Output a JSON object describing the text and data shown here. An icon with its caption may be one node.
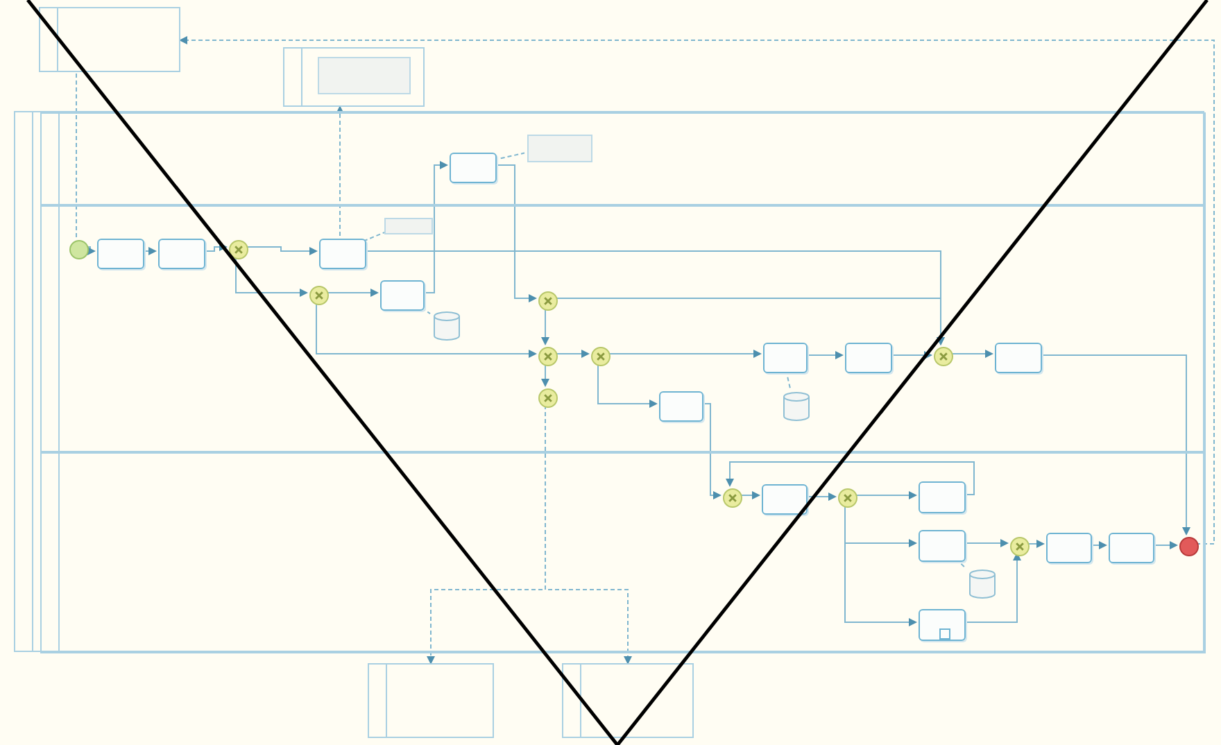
{
  "diagram": {
    "nodes": [
      {
        "text": [],
        "shape": "band"
      },
      {
        "text": [],
        "shape": "band"
      },
      {
        "text": [],
        "shape": "box",
        "in": 1
      },
      {
        "text": [],
        "shape": "band"
      },
      {
        "text": [],
        "shape": "band",
        "in": 3
      },
      {
        "text": [],
        "shape": "band",
        "in": 3
      },
      {
        "text": [],
        "shape": "band",
        "in": 3
      },
      {
        "text": [],
        "shape": "circle",
        "in": 5
      },
      {
        "text": [],
        "shape": "box",
        "in": 5
      },
      {
        "text": [],
        "shape": "box",
        "in": 5
      },
      {
        "text": [],
        "shape": "circle",
        "in": 5
      },
      {
        "text": [],
        "shape": "box",
        "in": 5
      },
      {
        "text": [],
        "shape": "circle",
        "in": 5
      },
      {
        "text": [],
        "shape": "box",
        "in": 5
      },
      {
        "text": [],
        "shape": "cylinder",
        "in": 5
      },
      {
        "text": [],
        "shape": "box",
        "in": 4
      },
      {
        "text": [],
        "shape": "box",
        "in": 4
      },
      {
        "text": [],
        "shape": "box",
        "in": 5
      },
      {
        "text": [],
        "shape": "circle",
        "in": 5
      },
      {
        "text": [],
        "shape": "circle",
        "in": 5
      },
      {
        "text": [],
        "shape": "circle",
        "in": 5
      },
      {
        "text": [],
        "shape": "circle",
        "in": 5
      },
      {
        "text": [],
        "shape": "box",
        "in": 5
      },
      {
        "text": [],
        "shape": "box",
        "in": 5
      },
      {
        "text": [],
        "shape": "circle",
        "in": 5
      },
      {
        "text": [],
        "shape": "box",
        "in": 5
      },
      {
        "text": [],
        "shape": "box",
        "in": 5
      },
      {
        "text": [],
        "shape": "cylinder",
        "in": 5
      },
      {
        "text": [],
        "shape": "circle",
        "in": 6
      },
      {
        "text": [],
        "shape": "box",
        "in": 6
      },
      {
        "text": [],
        "shape": "circle",
        "in": 6
      },
      {
        "text": [],
        "shape": "box",
        "in": 6
      },
      {
        "text": [],
        "shape": "box",
        "in": 6
      },
      {
        "text": [],
        "shape": "cylinder",
        "in": 6
      },
      {
        "text": [],
        "shape": "box",
        "in": 6
      },
      {
        "text": [],
        "shape": "circle",
        "in": 6
      },
      {
        "text": [],
        "shape": "box",
        "in": 6
      },
      {
        "text": [],
        "shape": "box",
        "in": 6
      },
      {
        "text": [],
        "shape": "circle",
        "in": 6
      },
      {
        "text": [],
        "shape": "band"
      },
      {
        "text": [],
        "shape": "band"
      }
    ],
    "edges": [
      {
        "from": 7,
        "to": 8,
        "arrow": "to"
      },
      {
        "from": 8,
        "to": 9,
        "arrow": "to"
      },
      {
        "from": 9,
        "to": 10,
        "arrow": "to"
      },
      {
        "from": 10,
        "to": 11,
        "arrow": "to"
      },
      {
        "from": 10,
        "to": 12,
        "arrow": "to"
      },
      {
        "from": 12,
        "to": 13,
        "arrow": "to"
      },
      {
        "from": 13,
        "to": 15,
        "arrow": "to"
      },
      {
        "from": 15,
        "to": 18,
        "arrow": "to"
      },
      {
        "from": 12,
        "to": 19,
        "arrow": "to"
      },
      {
        "from": 18,
        "to": 19,
        "arrow": "to"
      },
      {
        "from": 19,
        "to": 20,
        "arrow": "to"
      },
      {
        "from": 20,
        "to": 22,
        "arrow": "to"
      },
      {
        "from": 22,
        "to": 23,
        "arrow": "to"
      },
      {
        "from": 23,
        "to": 24,
        "arrow": "to"
      },
      {
        "from": 24,
        "to": 25,
        "arrow": "to"
      },
      {
        "from": 11,
        "to": 24,
        "arrow": "to"
      },
      {
        "from": 18,
        "to": 24,
        "arrow": "to"
      },
      {
        "from": 25,
        "to": 38,
        "arrow": "to"
      },
      {
        "from": 20,
        "to": 26,
        "arrow": "to"
      },
      {
        "from": 26,
        "to": 28,
        "arrow": "to"
      },
      {
        "from": 28,
        "to": 29,
        "arrow": "to"
      },
      {
        "from": 29,
        "to": 30,
        "arrow": "to"
      },
      {
        "from": 30,
        "to": 31,
        "arrow": "to"
      },
      {
        "from": 31,
        "to": 28,
        "arrow": "to"
      },
      {
        "from": 30,
        "to": 32,
        "arrow": "to"
      },
      {
        "from": 30,
        "to": 34,
        "arrow": "to"
      },
      {
        "from": 32,
        "to": 35,
        "arrow": "to"
      },
      {
        "from": 34,
        "to": 35,
        "arrow": "to"
      },
      {
        "from": 35,
        "to": 36,
        "arrow": "to"
      },
      {
        "from": 36,
        "to": 37,
        "arrow": "to"
      },
      {
        "from": 37,
        "to": 38,
        "arrow": "to"
      },
      {
        "from": 21,
        "to": 39,
        "arrow": "to",
        "style": "dashed"
      },
      {
        "from": 21,
        "to": 40,
        "arrow": "to",
        "style": "dashed"
      },
      {
        "from": 11,
        "to": 1,
        "arrow": "to",
        "style": "dashed"
      },
      {
        "from": 7,
        "to": 0,
        "arrow": "none",
        "style": "dashed"
      },
      {
        "from": 38,
        "to": 0,
        "arrow": "to",
        "style": "dashed"
      },
      {
        "from": 13,
        "to": 14,
        "arrow": "none",
        "style": "dashed"
      },
      {
        "from": 15,
        "to": 16,
        "arrow": "none",
        "style": "dashed"
      },
      {
        "from": 11,
        "to": 17,
        "arrow": "none",
        "style": "dashed"
      },
      {
        "from": 22,
        "to": 27,
        "arrow": "none",
        "style": "dashed"
      },
      {
        "from": 32,
        "to": 33,
        "arrow": "none",
        "style": "dashed"
      },
      {
        "from": 19,
        "to": 21,
        "arrow": "to"
      }
    ]
  }
}
